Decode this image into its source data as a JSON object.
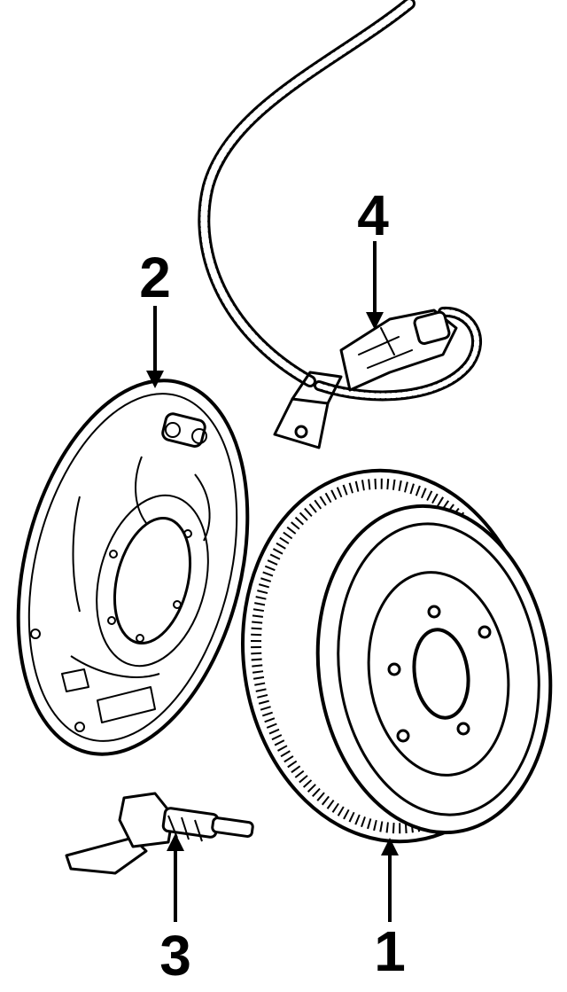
{
  "diagram": {
    "callouts": [
      {
        "id": "1",
        "label": "1",
        "part": "brake-drum"
      },
      {
        "id": "2",
        "label": "2",
        "part": "backing-plate"
      },
      {
        "id": "3",
        "label": "3",
        "part": "speed-sensor"
      },
      {
        "id": "4",
        "label": "4",
        "part": "abs-sensor-harness"
      }
    ]
  }
}
